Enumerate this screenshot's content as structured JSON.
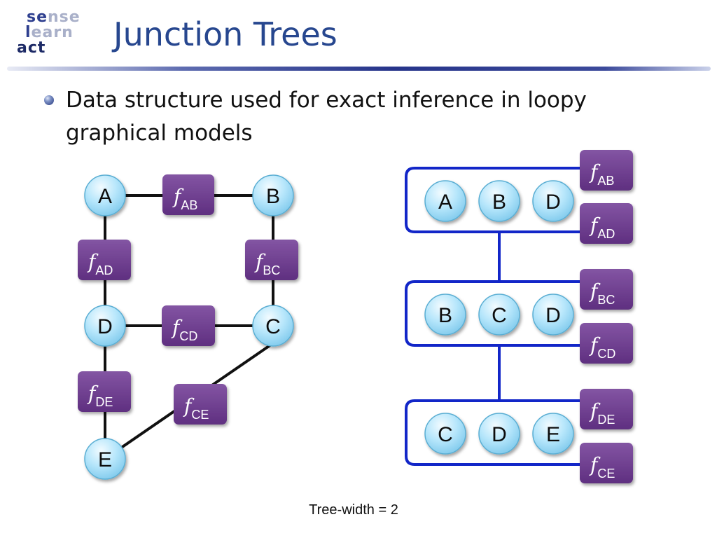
{
  "logo": {
    "line1_a": "se",
    "line1_b": "nse",
    "line2_a": "l",
    "line2_b": "earn",
    "line3_a": "act"
  },
  "title": "Junction Trees",
  "bullet": "Data structure used for exact inference in loopy graphical models",
  "colors": {
    "node_fill": "#b6e6fb",
    "node_stroke": "#5aaed3",
    "factor_fill": "#6f3d8f",
    "edge": "#111111",
    "tree_edge": "#1226c8",
    "title": "#27478f"
  },
  "left_graph": {
    "nodes": [
      "A",
      "B",
      "C",
      "D",
      "E"
    ],
    "factors": [
      {
        "f": "f",
        "sub": "AB"
      },
      {
        "f": "f",
        "sub": "AD"
      },
      {
        "f": "f",
        "sub": "BC"
      },
      {
        "f": "f",
        "sub": "CD"
      },
      {
        "f": "f",
        "sub": "DE"
      },
      {
        "f": "f",
        "sub": "CE"
      }
    ]
  },
  "junction_tree": {
    "cliques": [
      {
        "nodes": [
          "A",
          "B",
          "D"
        ],
        "factors": [
          {
            "f": "f",
            "sub": "AB"
          },
          {
            "f": "f",
            "sub": "AD"
          }
        ]
      },
      {
        "nodes": [
          "B",
          "C",
          "D"
        ],
        "factors": [
          {
            "f": "f",
            "sub": "BC"
          },
          {
            "f": "f",
            "sub": "CD"
          }
        ]
      },
      {
        "nodes": [
          "C",
          "D",
          "E"
        ],
        "factors": [
          {
            "f": "f",
            "sub": "DE"
          },
          {
            "f": "f",
            "sub": "CE"
          }
        ]
      }
    ]
  },
  "footer": "Tree-width = 2"
}
